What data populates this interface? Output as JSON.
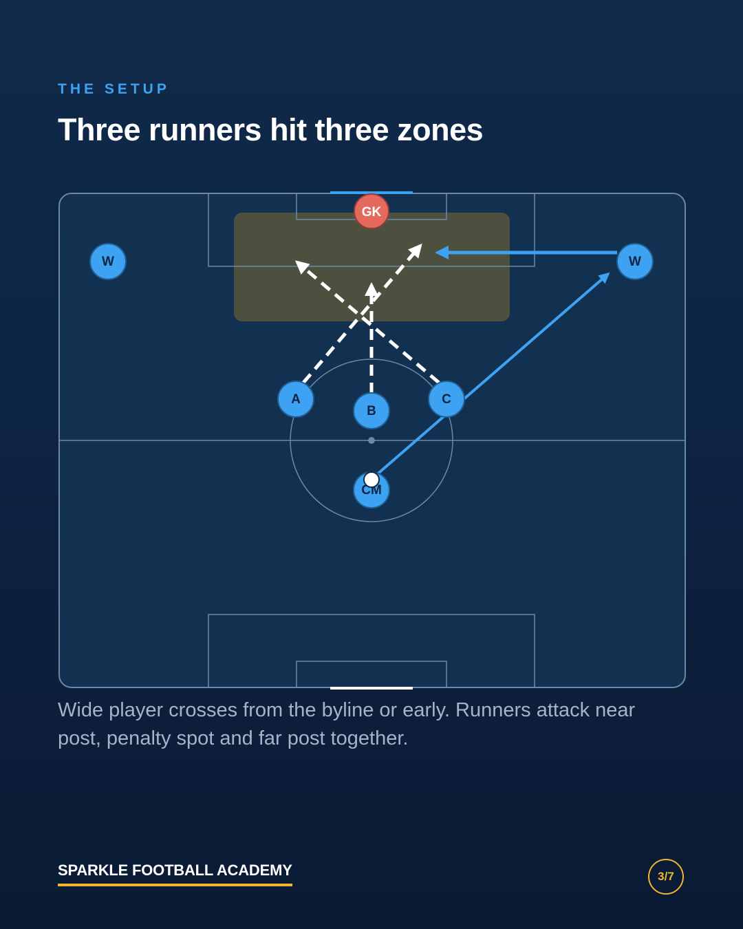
{
  "header": {
    "eyebrow": "THE SETUP",
    "title": "Three runners hit three zones"
  },
  "diagram": {
    "colors": {
      "player": "#3ea2f2",
      "keeper": "#e46a5e",
      "pitch_line": "#6e88a8",
      "target_zone": "#4d503f",
      "goal_top": "#3ea2f2",
      "goal_bottom": "#ffffff",
      "run_arrow": "#ffffff",
      "pass_arrow": "#3ea2f2"
    },
    "players": {
      "keeper": "GK",
      "wide_left": "W",
      "wide_right": "W",
      "runner_a": "A",
      "runner_b": "B",
      "runner_c": "C",
      "center_mid": "CM"
    }
  },
  "caption": "Wide player crosses from the byline or early. Runners attack near post, penalty spot and far post together.",
  "footer": {
    "brand": "SPARKLE FOOTBALL ACADEMY",
    "page": "3/7"
  }
}
